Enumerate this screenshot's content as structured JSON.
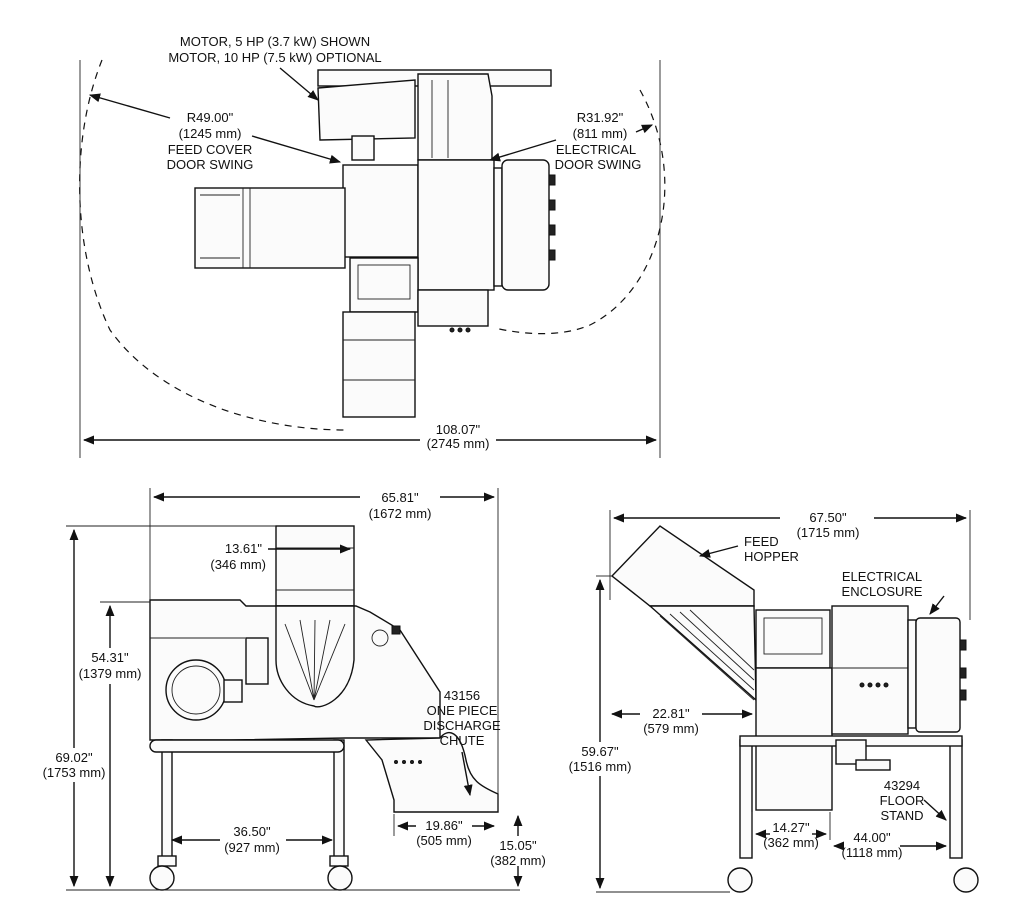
{
  "top_view": {
    "motor_line1": "MOTOR, 5 HP (3.7 kW) SHOWN",
    "motor_line2": "MOTOR, 10 HP (7.5 kW) OPTIONAL",
    "feed_radius_in": "R49.00\"",
    "feed_radius_mm": "(1245 mm)",
    "feed_swing_line1": "FEED COVER",
    "feed_swing_line2": "DOOR SWING",
    "elec_radius_in": "R31.92\"",
    "elec_radius_mm": "(811 mm)",
    "elec_swing_line1": "ELECTRICAL",
    "elec_swing_line2": "DOOR SWING",
    "overall_width_in": "108.07\"",
    "overall_width_mm": "(2745 mm)"
  },
  "front_view": {
    "width_in": "65.81\"",
    "width_mm": "(1672 mm)",
    "hopper_in": "13.61\"",
    "hopper_mm": "(346 mm)",
    "height_mid_in": "54.31\"",
    "height_mid_mm": "(1379 mm)",
    "height_total_in": "69.02\"",
    "height_total_mm": "(1753 mm)",
    "chute_part": "43156",
    "chute_line1": "ONE PIECE",
    "chute_line2": "DISCHARGE",
    "chute_line3": "CHUTE",
    "chute_width_in": "19.86\"",
    "chute_width_mm": "(505 mm)",
    "legs_in": "36.50\"",
    "legs_mm": "(927 mm)",
    "chute_height_in": "15.05\"",
    "chute_height_mm": "(382 mm)"
  },
  "side_view": {
    "width_in": "67.50\"",
    "width_mm": "(1715 mm)",
    "hopper_line1": "FEED",
    "hopper_line2": "HOPPER",
    "enclosure_line1": "ELECTRICAL",
    "enclosure_line2": "ENCLOSURE",
    "height_in": "59.67\"",
    "height_mm": "(1516 mm)",
    "offset_in": "22.81\"",
    "offset_mm": "(579 mm)",
    "stand_part": "43294",
    "stand_line1": "FLOOR",
    "stand_line2": "STAND",
    "base_in": "14.27\"",
    "base_mm": "(362 mm)",
    "legs_in": "44.00\"",
    "legs_mm": "(1118 mm)"
  }
}
